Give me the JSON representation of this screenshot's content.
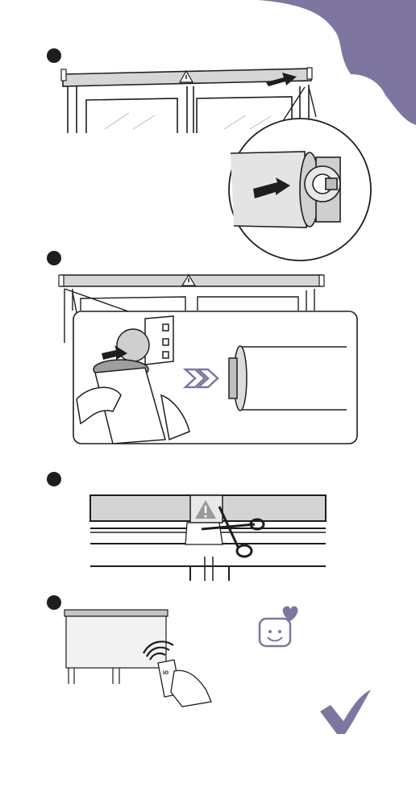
{
  "colors": {
    "accent": "#7e76a0",
    "ink": "#1e1e1e",
    "roller_fill": "#d9d9d9",
    "cassette_fill": "#bdbdbd"
  },
  "steps": [
    {
      "icon": "step-1-bullet"
    },
    {
      "icon": "step-2-bullet"
    },
    {
      "icon": "step-3-bullet"
    },
    {
      "icon": "step-4-bullet"
    }
  ],
  "remote_label": "io",
  "icons": {
    "warning": "warning-triangle-icon",
    "arrow": "push-arrow-icon",
    "double_chevron": "double-chevron-icon",
    "scissors": "scissors-icon",
    "wifi": "wireless-signal-icon",
    "smiley": "smiley-heart-icon",
    "check": "checkmark-icon"
  }
}
